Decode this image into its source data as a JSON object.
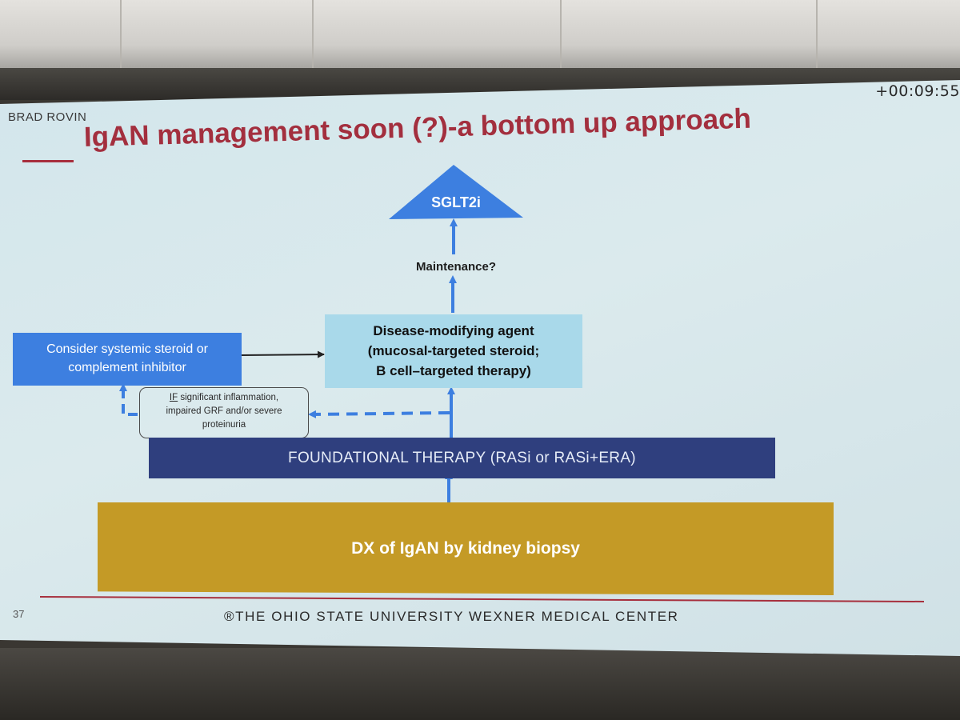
{
  "timer": "+00:09:55",
  "presenter": "BRAD ROVIN",
  "title": "IgAN management soon (?)-a bottom up approach",
  "top_triangle": "SGLT2i",
  "maintenance": "Maintenance?",
  "disease_modifying": {
    "line1": "Disease-modifying agent",
    "line2": "(mucosal-targeted steroid;",
    "line3": "B cell–targeted therapy)"
  },
  "systemic": {
    "line1": "Consider systemic steroid or",
    "line2": "complement inhibitor"
  },
  "condition": {
    "if_word": "IF",
    "line1_rest": " significant inflammation,",
    "line2": "impaired GRF and/or severe",
    "line3": "proteinuria"
  },
  "foundation": "FOUNDATIONAL THERAPY (RASi or RASi+ERA)",
  "diagnosis": "DX of IgAN by kidney biopsy",
  "page_number": "37",
  "footer": "®THE OHIO STATE UNIVERSITY WEXNER MEDICAL CENTER",
  "colors": {
    "title": "#a32f3e",
    "arrow_blue": "#3d7fe0",
    "foundation": "#2f3f7e",
    "diagnosis": "#c49a26",
    "disease_box": "#a9d9ea"
  }
}
